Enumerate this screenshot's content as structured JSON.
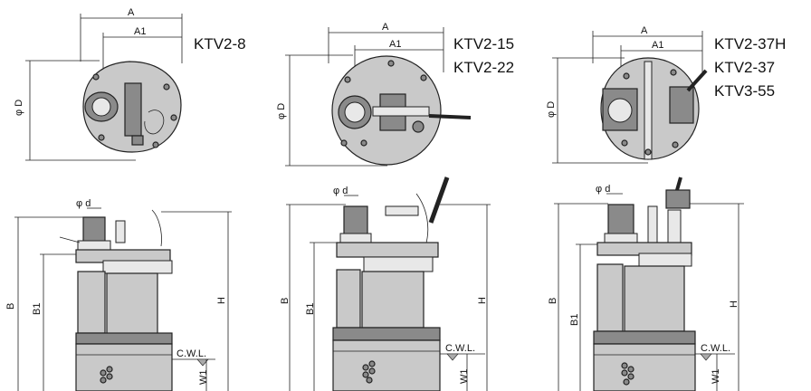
{
  "drawings": [
    {
      "models": [
        "KTV2-8"
      ],
      "top_labels": {
        "a": "A",
        "a1": "A1",
        "phi_d_big": "φ D"
      },
      "side_labels": {
        "phi_d_small": "φ d",
        "b": "B",
        "b1": "B1",
        "h": "H",
        "cwl": "C.W.L.",
        "w1": "W1"
      }
    },
    {
      "models": [
        "KTV2-15",
        "KTV2-22"
      ],
      "top_labels": {
        "a": "A",
        "a1": "A1",
        "phi_d_big": "φ D"
      },
      "side_labels": {
        "phi_d_small": "φ d",
        "b": "B",
        "b1": "B1",
        "h": "H",
        "cwl": "C.W.L.",
        "w1": "W1"
      }
    },
    {
      "models": [
        "KTV2-37H",
        "KTV2-37",
        "KTV3-55"
      ],
      "top_labels": {
        "a": "A",
        "a1": "A1",
        "phi_d_big": "φ D"
      },
      "side_labels": {
        "phi_d_small": "φ d",
        "b": "B",
        "b1": "B1",
        "h": "H",
        "cwl": "C.W.L.",
        "w1": "W1"
      }
    }
  ]
}
